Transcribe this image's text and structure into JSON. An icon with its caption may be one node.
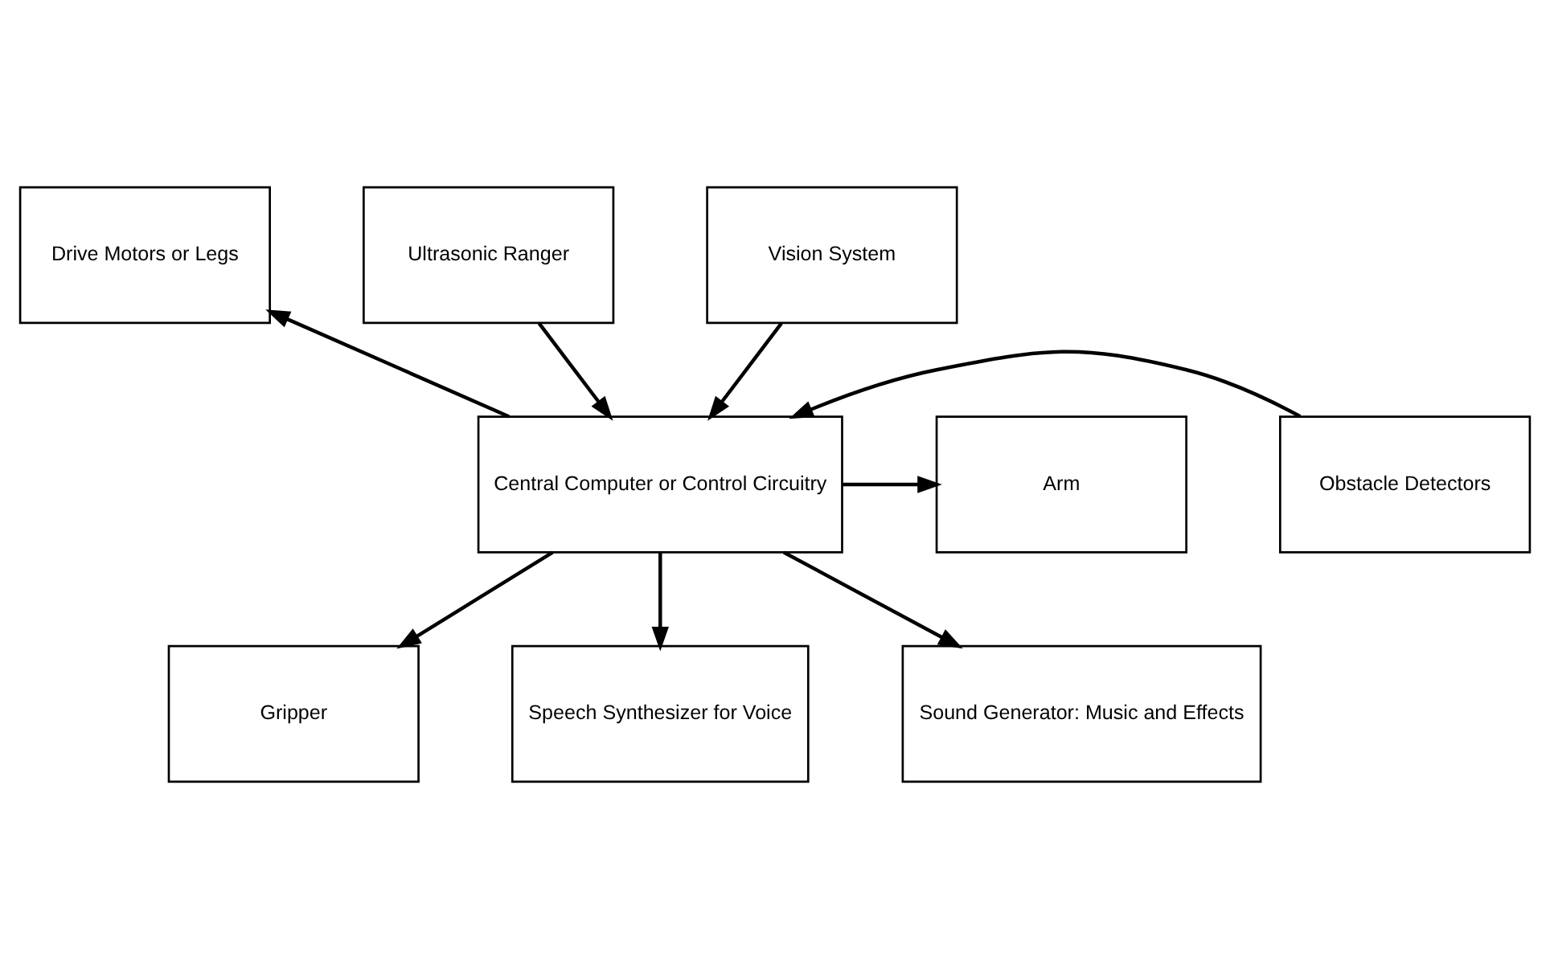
{
  "diagram": {
    "nodes": [
      {
        "text": [
          "Drive Motors or Legs"
        ]
      },
      {
        "text": [
          "Ultrasonic Ranger"
        ]
      },
      {
        "text": [
          "Vision System"
        ]
      },
      {
        "text": [
          "Arm"
        ]
      },
      {
        "text": [
          "Central Computer or Control Circuitry"
        ]
      },
      {
        "text": [
          "Obstacle Detectors"
        ]
      },
      {
        "text": [
          "Gripper"
        ]
      },
      {
        "text": [
          "Speech Synthesizer for Voice"
        ]
      },
      {
        "text": [
          "Sound Generator: Music and Effects"
        ]
      }
    ],
    "edges": [
      {
        "from": 4,
        "to": 0,
        "arrow": "to"
      },
      {
        "from": 1,
        "to": 4,
        "arrow": "to"
      },
      {
        "from": 2,
        "to": 4,
        "arrow": "to"
      },
      {
        "from": 4,
        "to": 3,
        "arrow": "to"
      },
      {
        "from": 5,
        "to": 4,
        "arrow": "to"
      },
      {
        "from": 4,
        "to": 6,
        "arrow": "to"
      },
      {
        "from": 4,
        "to": 7,
        "arrow": "to"
      },
      {
        "from": 4,
        "to": 8,
        "arrow": "to"
      }
    ]
  }
}
